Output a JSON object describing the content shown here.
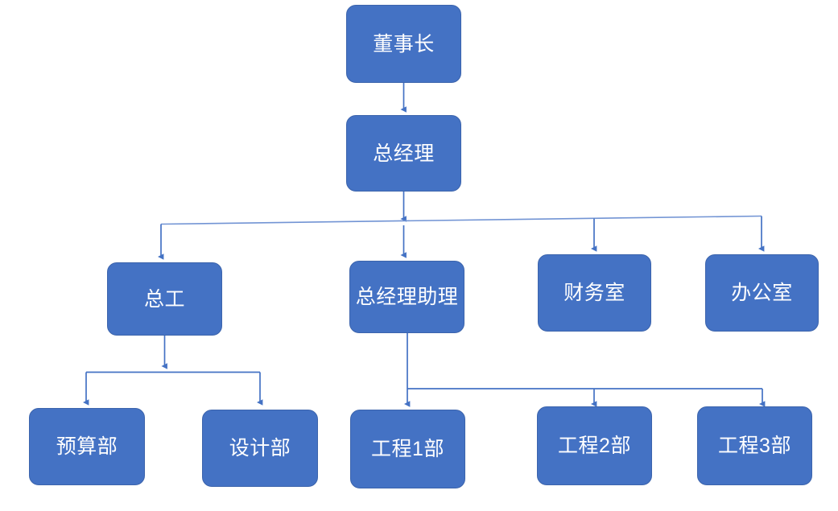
{
  "diagram": {
    "type": "organization-chart",
    "title": "",
    "colors": {
      "node_fill": "#4472C4",
      "node_border": "#3C64AC",
      "node_text": "#FFFFFF",
      "connector": "#4472C4",
      "background": "#FFFFFF"
    },
    "nodes": [
      {
        "id": "chairman",
        "label": "董事长",
        "level": 0
      },
      {
        "id": "general-manager",
        "label": "总经理",
        "level": 1
      },
      {
        "id": "chief-engineer",
        "label": "总工",
        "level": 2
      },
      {
        "id": "gm-assistant",
        "label": "总经理助理",
        "level": 2
      },
      {
        "id": "finance-office",
        "label": "财务室",
        "level": 2
      },
      {
        "id": "admin-office",
        "label": "办公室",
        "level": 2
      },
      {
        "id": "budget-dept",
        "label": "预算部",
        "level": 3
      },
      {
        "id": "design-dept",
        "label": "设计部",
        "level": 3
      },
      {
        "id": "engineering-1",
        "label": "工程1部",
        "level": 3
      },
      {
        "id": "engineering-2",
        "label": "工程2部",
        "level": 3
      },
      {
        "id": "engineering-3",
        "label": "工程3部",
        "level": 3
      }
    ],
    "edges": [
      {
        "from": "chairman",
        "to": "general-manager"
      },
      {
        "from": "general-manager",
        "to": "chief-engineer"
      },
      {
        "from": "general-manager",
        "to": "gm-assistant"
      },
      {
        "from": "general-manager",
        "to": "finance-office"
      },
      {
        "from": "general-manager",
        "to": "admin-office"
      },
      {
        "from": "chief-engineer",
        "to": "budget-dept"
      },
      {
        "from": "chief-engineer",
        "to": "design-dept"
      },
      {
        "from": "gm-assistant",
        "to": "engineering-1"
      },
      {
        "from": "gm-assistant",
        "to": "engineering-2"
      },
      {
        "from": "gm-assistant",
        "to": "engineering-3"
      }
    ]
  }
}
